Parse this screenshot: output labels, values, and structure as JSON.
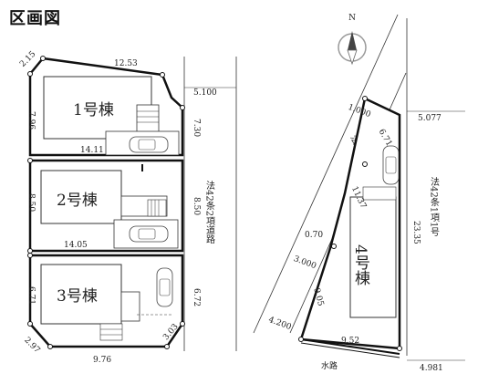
{
  "title": "区画図",
  "compass": {
    "north": "N"
  },
  "lots": {
    "lot1": {
      "name": "1号棟",
      "dims": [
        "12.53",
        "2.15",
        "7.96",
        "7.30",
        "14.11"
      ]
    },
    "lot2": {
      "name": "2号棟",
      "dims": [
        "8.50",
        "8.50",
        "14.05"
      ]
    },
    "lot3": {
      "name": "3号棟",
      "dims": [
        "6.71",
        "6.72",
        "2.97",
        "9.76",
        "3.03"
      ]
    },
    "lot4": {
      "name": "4号棟",
      "dims": [
        "1.000",
        "6.71",
        "11.37",
        "0.70",
        "3.000",
        "9.05",
        "4.200",
        "9.52",
        "23.35"
      ]
    }
  },
  "roads": {
    "west_road": {
      "label": "法42条2項道路",
      "width": "5.100"
    },
    "east_road": {
      "label": "法42条1項1号",
      "width": "5.077",
      "width_bottom": "4.981"
    },
    "diagonal_road": {
      "label": "法42条2項道路"
    },
    "waterway": {
      "label": "水路"
    }
  }
}
